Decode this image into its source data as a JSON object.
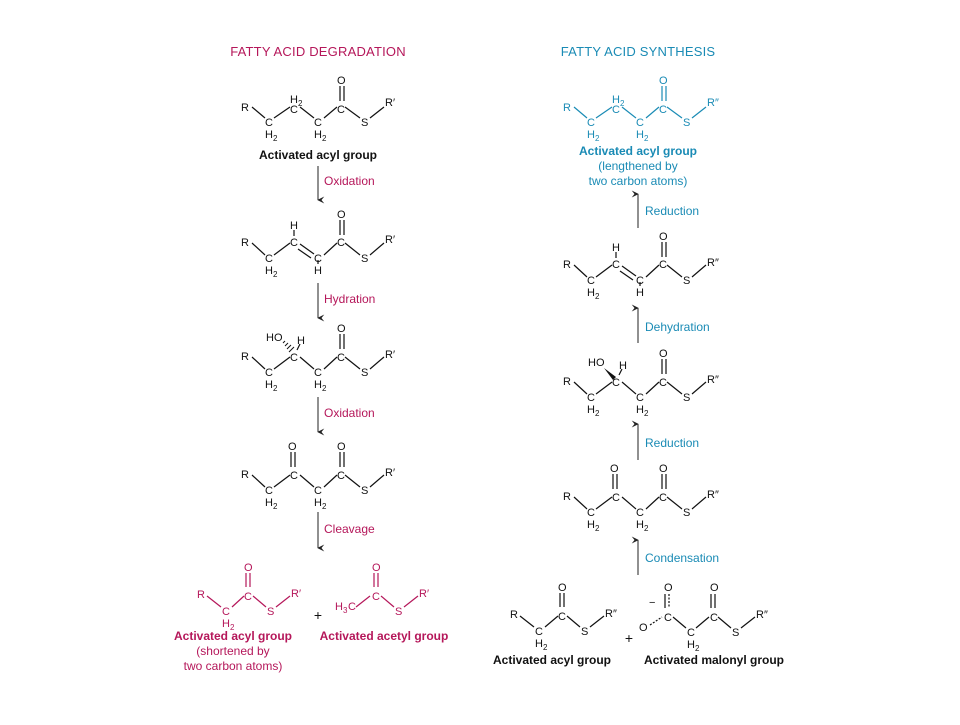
{
  "colors": {
    "degradation": "#b5175a",
    "synthesis": "#1a8bb5",
    "black": "#111111"
  },
  "atoms": {
    "R": "R",
    "Rp": "R′",
    "Rpp": "R″",
    "C": "C",
    "O": "O",
    "S": "S",
    "H": "H",
    "H2": "H",
    "two": "2",
    "HO": "HO",
    "H3C": "H",
    "three": "3",
    "plus": "+",
    "minus": "−"
  },
  "degradation": {
    "title": "FATTY ACID DEGRADATION",
    "start_label": "Activated acyl group",
    "steps": [
      "Oxidation",
      "Hydration",
      "Oxidation",
      "Cleavage"
    ],
    "product1_label": "Activated acyl group",
    "product1_sub1": "(shortened by",
    "product1_sub2": "two carbon atoms)",
    "product2_label": "Activated acetyl group"
  },
  "synthesis": {
    "title": "FATTY ACID SYNTHESIS",
    "end_label": "Activated acyl group",
    "end_sub1": "(lengthened by",
    "end_sub2": "two carbon atoms)",
    "steps": [
      "Reduction",
      "Dehydration",
      "Reduction",
      "Condensation"
    ],
    "start1_label": "Activated acyl group",
    "start2_label": "Activated malonyl group"
  }
}
